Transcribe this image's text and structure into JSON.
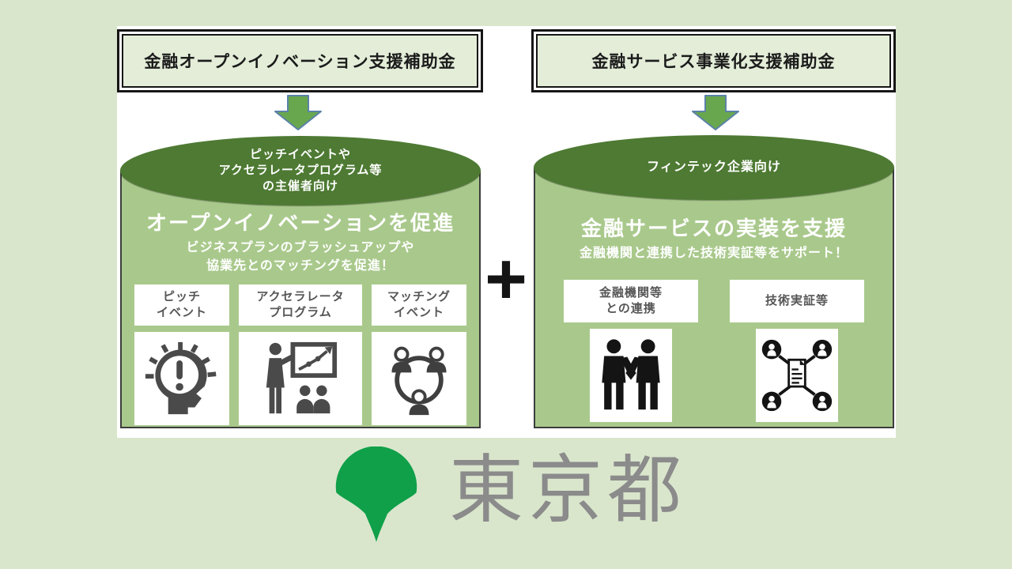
{
  "colors": {
    "page_background": "#d9e6cc",
    "diagram_background": "#ffffff",
    "title_box_fill": "#e3edd8",
    "title_box_border": "#161616",
    "ellipse_dark_green": "#4e7a33",
    "panel_light_green": "#a9c98c",
    "arrow_green": "#69a74e",
    "arrow_outline_blue": "#5b82a8",
    "label_text_gray": "#565656",
    "icon_dark_gray": "#4a4a4a",
    "icon_black": "#141414",
    "tokyo_logo_green": "#0fa049",
    "footer_text_gray": "#8b8b8b"
  },
  "plus_sign": "+",
  "panels": [
    {
      "title": "金融オープンイノベーション支援補助金",
      "audience_lines": [
        "ピッチイベントや",
        "アクセラレータプログラム等",
        "の主催者向け"
      ],
      "headline": "オープンイノベーションを促進",
      "description_lines": [
        "ビジネスプランのブラッシュアップや",
        "協業先とのマッチングを促進！"
      ],
      "items": [
        {
          "label_lines": [
            "ピッチ",
            "イベント"
          ],
          "icon": "idea-head-icon"
        },
        {
          "label_lines": [
            "アクセラレータ",
            "プログラム"
          ],
          "icon": "presentation-icon"
        },
        {
          "label_lines": [
            "マッチング",
            "イベント"
          ],
          "icon": "people-network-icon"
        }
      ]
    },
    {
      "title": "金融サービス事業化支援補助金",
      "audience_lines": [
        "フィンテック企業向け"
      ],
      "headline": "金融サービスの実装を支援",
      "description_lines": [
        "金融機関と連携した技術実証等をサポート！"
      ],
      "items": [
        {
          "label_lines": [
            "金融機関等",
            "との連携"
          ],
          "icon": "handshake-icon"
        },
        {
          "label_lines": [
            "技術実証等"
          ],
          "icon": "document-network-icon"
        }
      ]
    }
  ],
  "footer": {
    "organization": "東京都",
    "logo": "tokyo-metropolitan-ginkgo-logo"
  }
}
